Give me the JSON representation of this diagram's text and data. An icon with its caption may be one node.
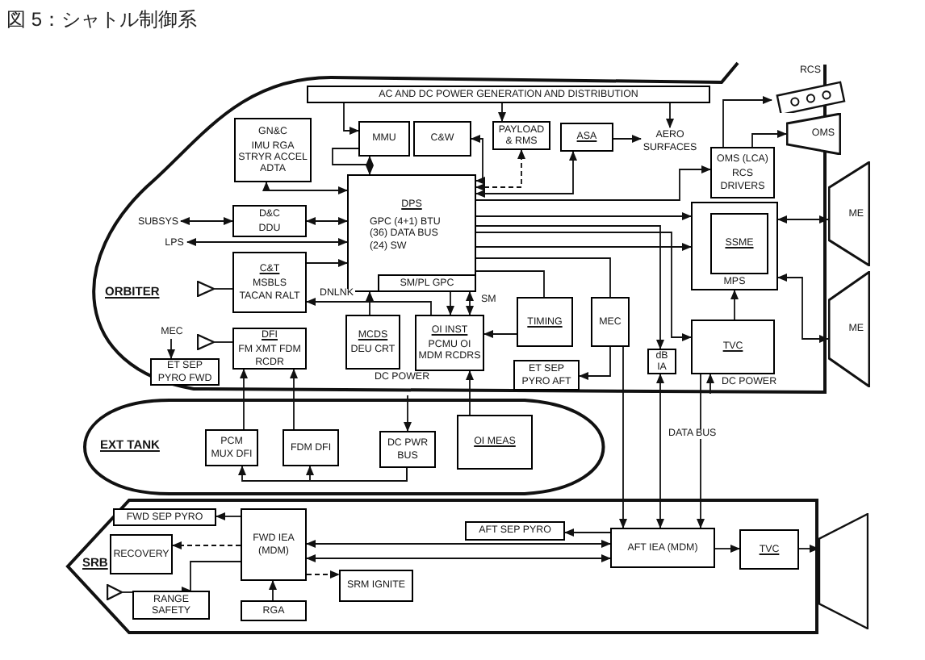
{
  "diagram": {
    "title": "図 5：シャトル制御系",
    "nodes": [
      {
        "text": [
          "ORBITER"
        ]
      },
      {
        "text": [
          "AC AND DC POWER GENERATION AND DISTRIBUTION"
        ],
        "in": 0
      },
      {
        "text": [
          "GN&C",
          "IMU RGA STRYR ACCEL ADTA"
        ],
        "in": 0
      },
      {
        "text": [
          "MMU"
        ],
        "in": 0
      },
      {
        "text": [
          "C&W"
        ],
        "in": 0
      },
      {
        "text": [
          "PAYLOAD & RMS"
        ],
        "in": 0
      },
      {
        "text": [
          "ASA"
        ],
        "in": 0
      },
      {
        "text": [
          "AERO SURFACES"
        ],
        "in": 0
      },
      {
        "text": [
          "RCS"
        ]
      },
      {
        "text": [
          "OMS"
        ]
      },
      {
        "text": [
          "OMS (LCA)",
          "RCS DRIVERS"
        ],
        "in": 0
      },
      {
        "text": [
          "DPS",
          "GPC (4+1) BTU (36) DATA BUS (24) SW",
          "SM/PL GPC"
        ],
        "in": 0
      },
      {
        "text": [
          "SUBSYS"
        ],
        "in": 0
      },
      {
        "text": [
          "D&C",
          "DDU"
        ],
        "in": 0
      },
      {
        "text": [
          "LPS"
        ],
        "in": 0
      },
      {
        "text": [
          "C&T",
          "MSBLS TACAN RALT"
        ],
        "in": 0
      },
      {
        "text": [],
        "shape": "triangle",
        "in": 0
      },
      {
        "text": [
          "DFI",
          "FM XMT FDM RCDR"
        ],
        "in": 0
      },
      {
        "text": [],
        "shape": "triangle",
        "in": 0
      },
      {
        "text": [
          "MEC"
        ],
        "in": 0
      },
      {
        "text": [
          "ET SEP PYRO FWD"
        ],
        "in": 0
      },
      {
        "text": [
          "MCDS",
          "DEU CRT"
        ],
        "in": 0
      },
      {
        "text": [
          "OI INST",
          "PCMU OI MDM RCDRS"
        ],
        "in": 0
      },
      {
        "text": [
          "TIMING"
        ],
        "in": 0
      },
      {
        "text": [
          "MEC"
        ],
        "in": 0
      },
      {
        "text": [
          "ET SEP PYRO AFT"
        ],
        "in": 0
      },
      {
        "text": [
          "dB IA"
        ],
        "in": 0
      },
      {
        "text": [
          "MPS"
        ],
        "in": 0
      },
      {
        "text": [
          "SSME"
        ],
        "in": 27
      },
      {
        "text": [
          "TVC"
        ],
        "in": 0,
        "beside": [
          "DC POWER"
        ]
      },
      {
        "text": [
          "ME"
        ]
      },
      {
        "text": [
          "ME"
        ]
      },
      {
        "text": [
          "EXT TANK"
        ]
      },
      {
        "text": [
          "PCM MUX DFI"
        ],
        "in": 32
      },
      {
        "text": [
          "FDM DFI"
        ],
        "in": 32
      },
      {
        "text": [
          "DC PWR BUS"
        ],
        "in": 32
      },
      {
        "text": [
          "OI MEAS"
        ],
        "in": 32
      },
      {
        "text": [
          "SRB"
        ]
      },
      {
        "text": [
          "FWD SEP PYRO"
        ],
        "in": 37
      },
      {
        "text": [
          "RECOVERY"
        ],
        "in": 37
      },
      {
        "text": [
          "FWD IEA (MDM)"
        ],
        "in": 37
      },
      {
        "text": [
          "RANGE SAFETY"
        ],
        "in": 37
      },
      {
        "text": [],
        "shape": "triangle",
        "in": 37
      },
      {
        "text": [
          "RGA"
        ],
        "in": 37
      },
      {
        "text": [
          "SRM IGNITE"
        ],
        "in": 37
      },
      {
        "text": [
          "AFT SEP PYRO"
        ],
        "in": 37
      },
      {
        "text": [
          "AFT IEA (MDM)"
        ],
        "in": 37
      },
      {
        "text": [
          "TVC"
        ],
        "in": 37
      },
      {
        "text": [],
        "shape": "trapezoid"
      }
    ],
    "edges": [
      {
        "from": 1,
        "to": 3,
        "arrow": "to"
      },
      {
        "from": 1,
        "to": 5,
        "arrow": "to"
      },
      {
        "from": 1,
        "to": 7,
        "arrow": "to"
      },
      {
        "from": 6,
        "to": 7,
        "arrow": "to"
      },
      {
        "from": 3,
        "to": 11,
        "arrow": "both"
      },
      {
        "from": 2,
        "to": 11,
        "arrow": "both"
      },
      {
        "from": 12,
        "to": 13,
        "arrow": "both"
      },
      {
        "from": 13,
        "to": 11,
        "arrow": "both"
      },
      {
        "from": 14,
        "to": 11,
        "arrow": "both"
      },
      {
        "from": 15,
        "to": 11,
        "arrow": "to"
      },
      {
        "from": 16,
        "to": 15,
        "arrow": "none"
      },
      {
        "from": 22,
        "to": 15,
        "arrow": "to",
        "label": "DNLNK"
      },
      {
        "from": 21,
        "to": 11,
        "arrow": "to"
      },
      {
        "from": 11,
        "to": 22,
        "arrow": "to"
      },
      {
        "from": 11,
        "to": 22,
        "arrow": "both",
        "label": "SM"
      },
      {
        "from": 23,
        "to": 22,
        "arrow": "to"
      },
      {
        "from": 24,
        "to": 25,
        "arrow": "to"
      },
      {
        "from": 19,
        "to": 20,
        "arrow": "to"
      },
      {
        "from": 18,
        "to": 17,
        "arrow": "none"
      },
      {
        "from": 11,
        "to": 4,
        "arrow": "both"
      },
      {
        "from": 11,
        "to": 5,
        "arrow": "both",
        "style": "dashed"
      },
      {
        "from": 11,
        "to": 6,
        "arrow": "both"
      },
      {
        "from": 11,
        "to": 10,
        "arrow": "to"
      },
      {
        "from": 11,
        "to": 27,
        "arrow": "to"
      },
      {
        "from": 11,
        "to": 27,
        "arrow": "to"
      },
      {
        "from": 11,
        "to": 29,
        "arrow": "to"
      },
      {
        "from": 11,
        "to": 26,
        "arrow": "to"
      },
      {
        "from": 11,
        "to": 23,
        "arrow": "none"
      },
      {
        "from": 11,
        "to": 24,
        "arrow": "none"
      },
      {
        "from": 10,
        "to": 8,
        "arrow": "to"
      },
      {
        "from": 10,
        "to": 9,
        "arrow": "to"
      },
      {
        "from": 27,
        "to": 30,
        "arrow": "both"
      },
      {
        "from": 27,
        "to": 31,
        "arrow": "both"
      },
      {
        "from": 29,
        "to": 27,
        "arrow": "to"
      },
      {
        "from": 33,
        "to": 17,
        "arrow": "to"
      },
      {
        "from": 34,
        "to": 17,
        "arrow": "to"
      },
      {
        "from": 35,
        "to": 33,
        "arrow": "to"
      },
      {
        "from": 35,
        "to": 34,
        "arrow": "to"
      },
      {
        "from": 0,
        "to": 35,
        "arrow": "to"
      },
      {
        "from": 36,
        "to": 22,
        "arrow": "to"
      },
      {
        "from": null,
        "to": 29,
        "arrow": "to"
      },
      {
        "from": 26,
        "to": 46,
        "arrow": "both",
        "label": "DATA BUS"
      },
      {
        "from": 24,
        "to": 46,
        "arrow": "to"
      },
      {
        "from": 29,
        "to": 46,
        "arrow": "to"
      },
      {
        "from": 46,
        "to": 45,
        "arrow": "to"
      },
      {
        "from": 46,
        "to": 47,
        "arrow": "to"
      },
      {
        "from": 47,
        "to": 48,
        "arrow": "to"
      },
      {
        "from": 40,
        "to": 46,
        "arrow": "both"
      },
      {
        "from": 40,
        "to": 46,
        "arrow": "both"
      },
      {
        "from": 40,
        "to": 38,
        "arrow": "to"
      },
      {
        "from": 40,
        "to": 39,
        "arrow": "to",
        "style": "dashed"
      },
      {
        "from": 40,
        "to": 41,
        "arrow": "to"
      },
      {
        "from": 42,
        "to": 41,
        "arrow": "none"
      },
      {
        "from": 43,
        "to": 40,
        "arrow": "to"
      },
      {
        "from": 40,
        "to": 44,
        "arrow": "to",
        "style": "dashed"
      }
    ],
    "labels": [
      "DC POWER"
    ]
  }
}
